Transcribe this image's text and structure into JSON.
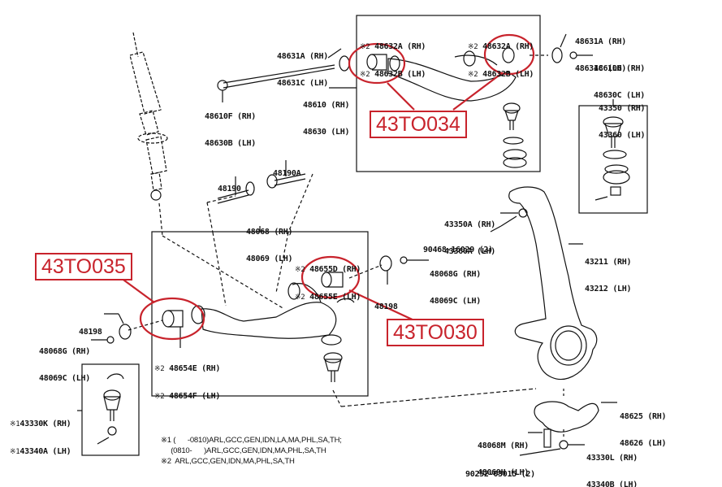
{
  "diagram": {
    "title_hint": "Front suspension exploded parts diagram",
    "callout_color": "#c8232c",
    "callouts": [
      {
        "id": "upper-arm-bushing",
        "text": "43TO034"
      },
      {
        "id": "lower-arm-rear-bushing",
        "text": "43TO035"
      },
      {
        "id": "lower-arm-front-bushing",
        "text": "43TO030"
      }
    ],
    "labels": {
      "upper_washer_left": [
        "48631A (RH)",
        "48631C (LH)"
      ],
      "upper_arm_bolt": [
        "48610F (RH)",
        "48630B (LH)"
      ],
      "upper_arm": [
        "48610 (RH)",
        "48630 (LH)"
      ],
      "upper_bushing_left": [
        "48632A (RH)",
        "48632B (LH)"
      ],
      "upper_bushing_right": [
        "48632A (RH)",
        "48632B (LH)"
      ],
      "upper_washer_right": [
        "48631A (RH)",
        "48631C (LH)"
      ],
      "upper_nut": [
        "48610G (RH)",
        "48630C (LH)"
      ],
      "upper_ball_joint": [
        "43350 (RH)",
        "43360 (LH)"
      ],
      "cam_bolt": [
        "48190"
      ],
      "cam_bolt_a": [
        "48190A"
      ],
      "lower_arm": [
        "48068 (RH)",
        "48069 (LH)"
      ],
      "lower_front_bushing": [
        "48655D (RH)",
        "48655E (LH)"
      ],
      "lower_front_nut": [
        "48068G (RH)",
        "48069C (LH)"
      ],
      "lower_front_cam_plate": [
        "48198"
      ],
      "lower_rear_cam_plate": [
        "48198"
      ],
      "lower_rear_nut": [
        "48068G (RH)",
        "48069C (LH)"
      ],
      "lower_rear_bushing": [
        "48654E (RH)",
        "48654F (LH)"
      ],
      "knuckle_nut": [
        "43350A (RH)",
        "43360A (LH)"
      ],
      "cotter_pin_upper": [
        "90468-16029 (2)"
      ],
      "steering_knuckle": [
        "43211 (RH)",
        "43212 (LH)"
      ],
      "lower_ball_joint": [
        "43330K (RH)",
        "43340A (LH)"
      ],
      "knuckle_arm": [
        "48625 (RH)",
        "48626 (LH)"
      ],
      "knuckle_arm_bolt": [
        "48068M (RH)",
        "48069H (LH)"
      ],
      "lower_ball_nut": [
        "43330L (RH)",
        "43340B (LH)"
      ],
      "cotter_pin_lower": [
        "90252-03015 (2)"
      ]
    },
    "note_marks": {
      "n1": "※1",
      "n2": "※2"
    },
    "notes": [
      "※1 (      -0810)ARL,GCC,GEN,IDN,LA,MA,PHL,SA,TH;",
      "     (0810-      )ARL,GCC,GEN,IDN,MA,PHL,SA,TH",
      "※2  ARL,GCC,GEN,IDN,MA,PHL,SA,TH"
    ]
  }
}
